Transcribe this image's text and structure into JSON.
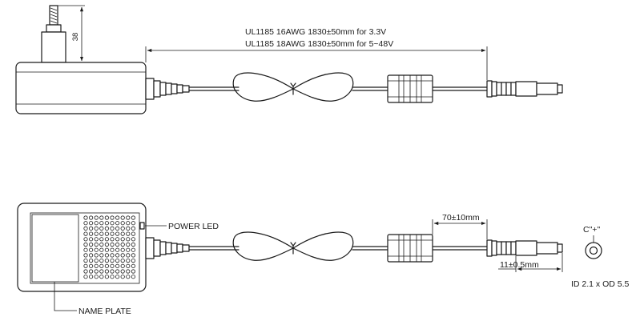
{
  "top_view": {
    "plug_height_dim": "38",
    "cable_spec_line1": "UL1185 16AWG 1830±50mm for 3.3V",
    "cable_spec_line2": "UL1185 18AWG 1830±50mm for 5~48V"
  },
  "bottom_view": {
    "power_led_label": "POWER LED",
    "name_plate_label": "NAME PLATE",
    "cable_tail_dim": "70±10mm",
    "plug_length_dim": "11±0.5mm"
  },
  "connector": {
    "polarity_label": "C\"+\"",
    "dimensions_label": "ID 2.1 x OD 5.5"
  }
}
